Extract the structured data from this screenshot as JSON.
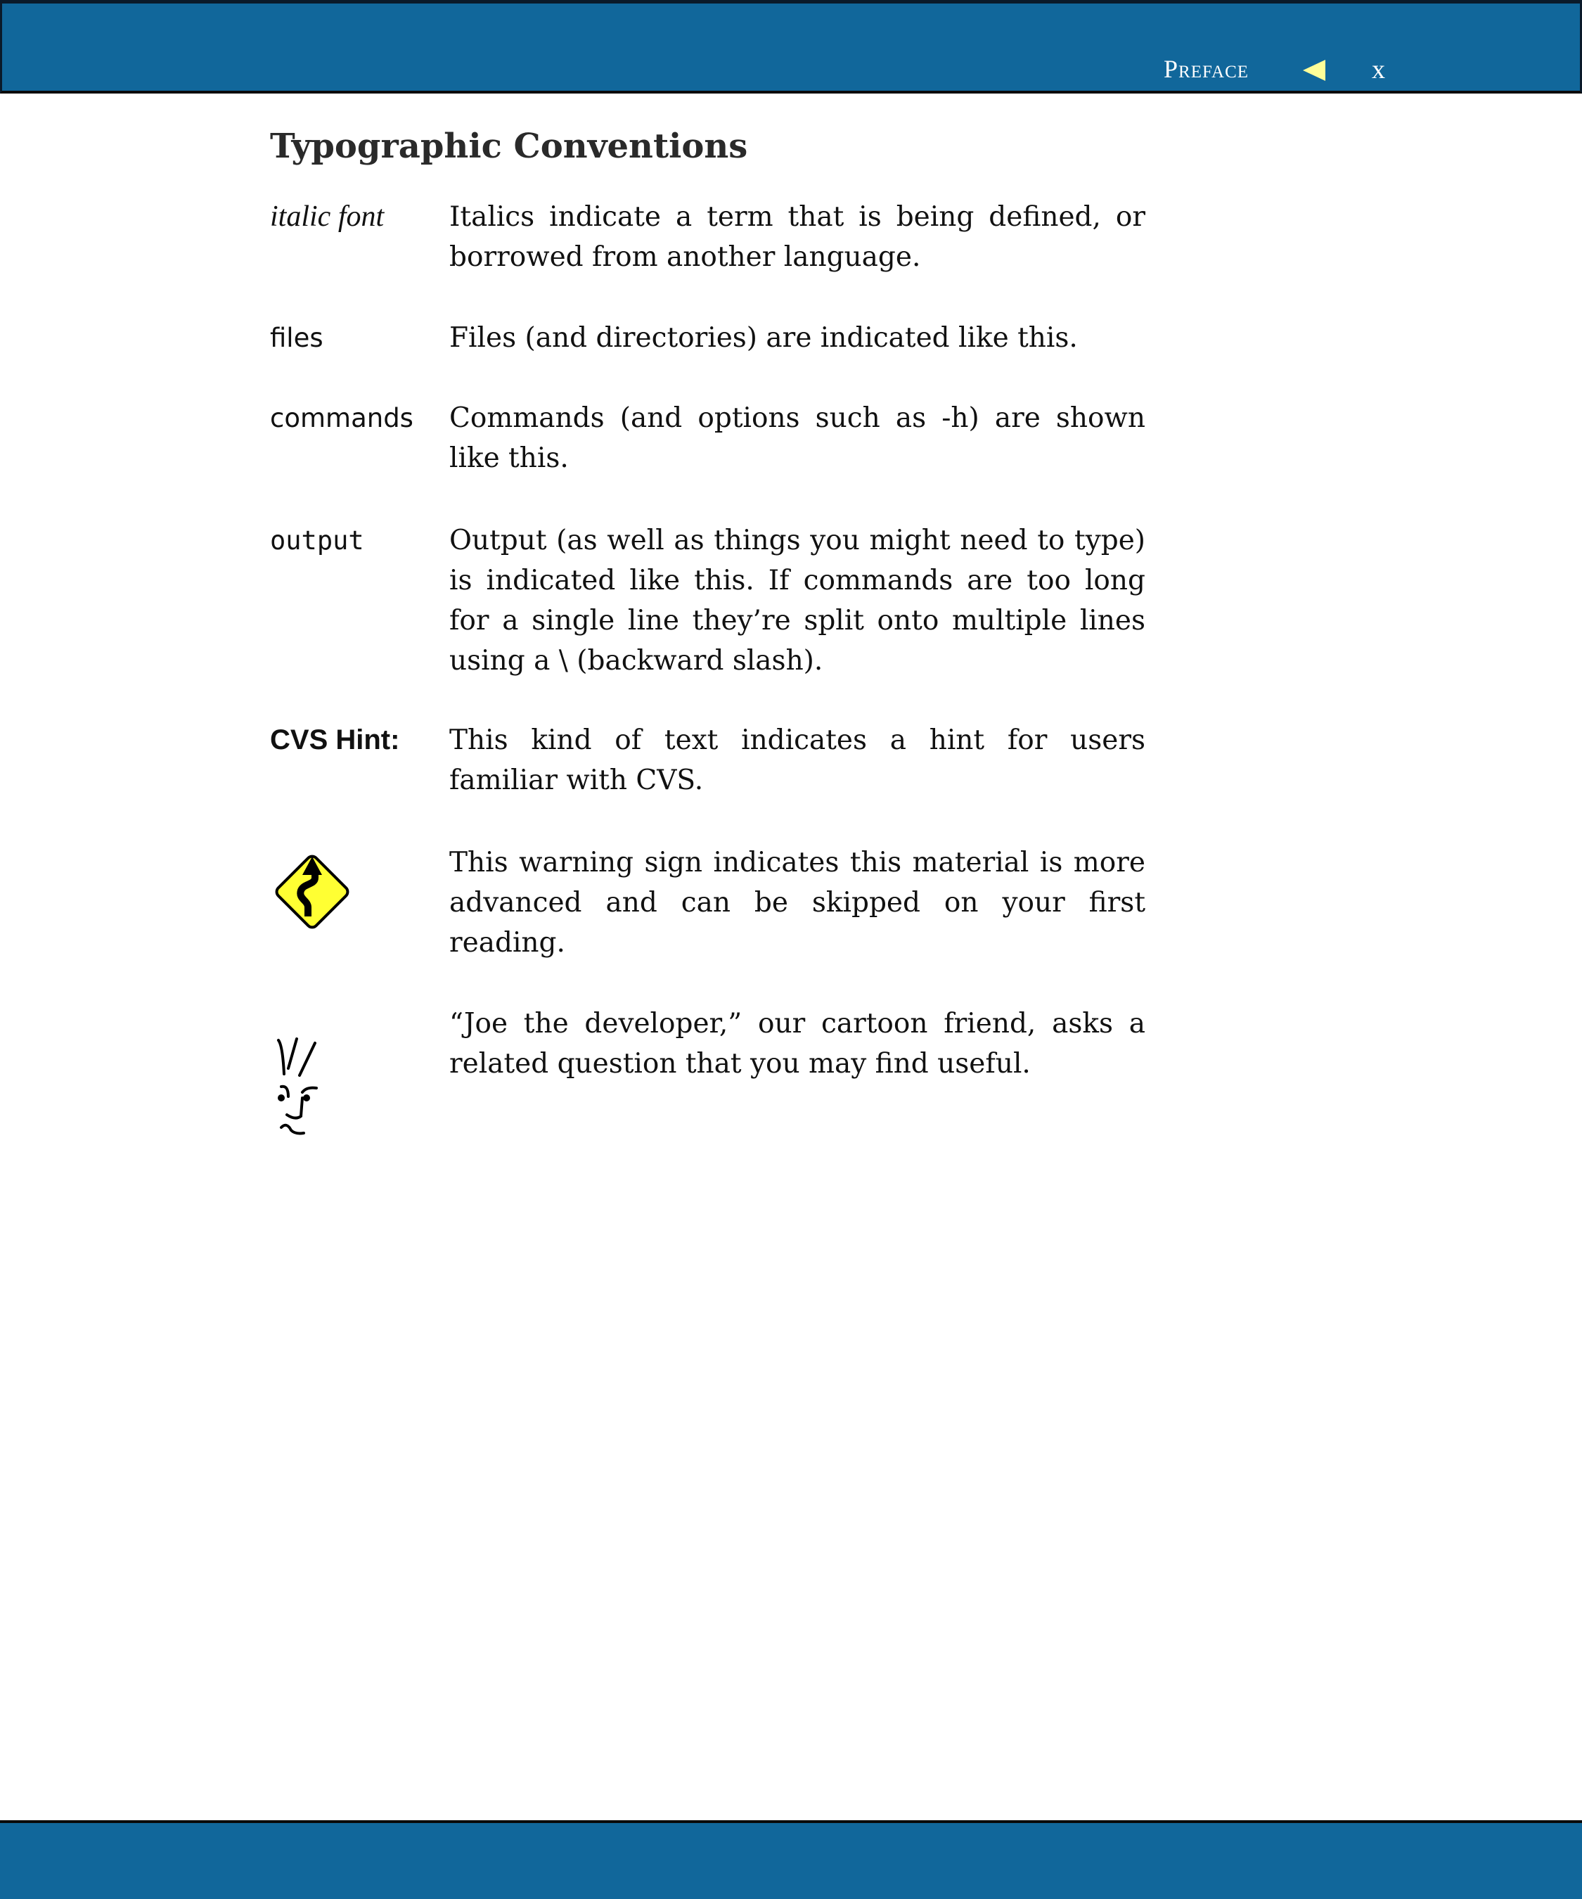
{
  "header": {
    "section": "Preface",
    "page": "x",
    "colors": {
      "bar": "#11679b",
      "arrow": "#ffff99"
    }
  },
  "title": "Typographic Conventions",
  "conventions": [
    {
      "term": "italic font",
      "desc": "Italics indicate a term that is being defined, or borrowed from another language."
    },
    {
      "term": "files",
      "desc": "Files (and directories) are indicated like this."
    },
    {
      "term": "commands",
      "desc": "Commands (and options such as -h) are shown like this."
    },
    {
      "term": "output",
      "desc": "Output (as well as things you might need to type) is indicated like this. If commands are too long for a single line they’re split onto multiple lines using a \\ (backward slash)."
    },
    {
      "term": "CVS Hint:",
      "desc": "This kind of text indicates a hint for users familiar with CVS."
    },
    {
      "icon": "warning-sign-icon",
      "desc": "This warning sign indicates this material is more advanced and can be skipped on your first reading."
    },
    {
      "icon": "joe-developer-icon",
      "desc": "“Joe the developer,” our cartoon friend, asks a related question that you may find useful."
    }
  ]
}
